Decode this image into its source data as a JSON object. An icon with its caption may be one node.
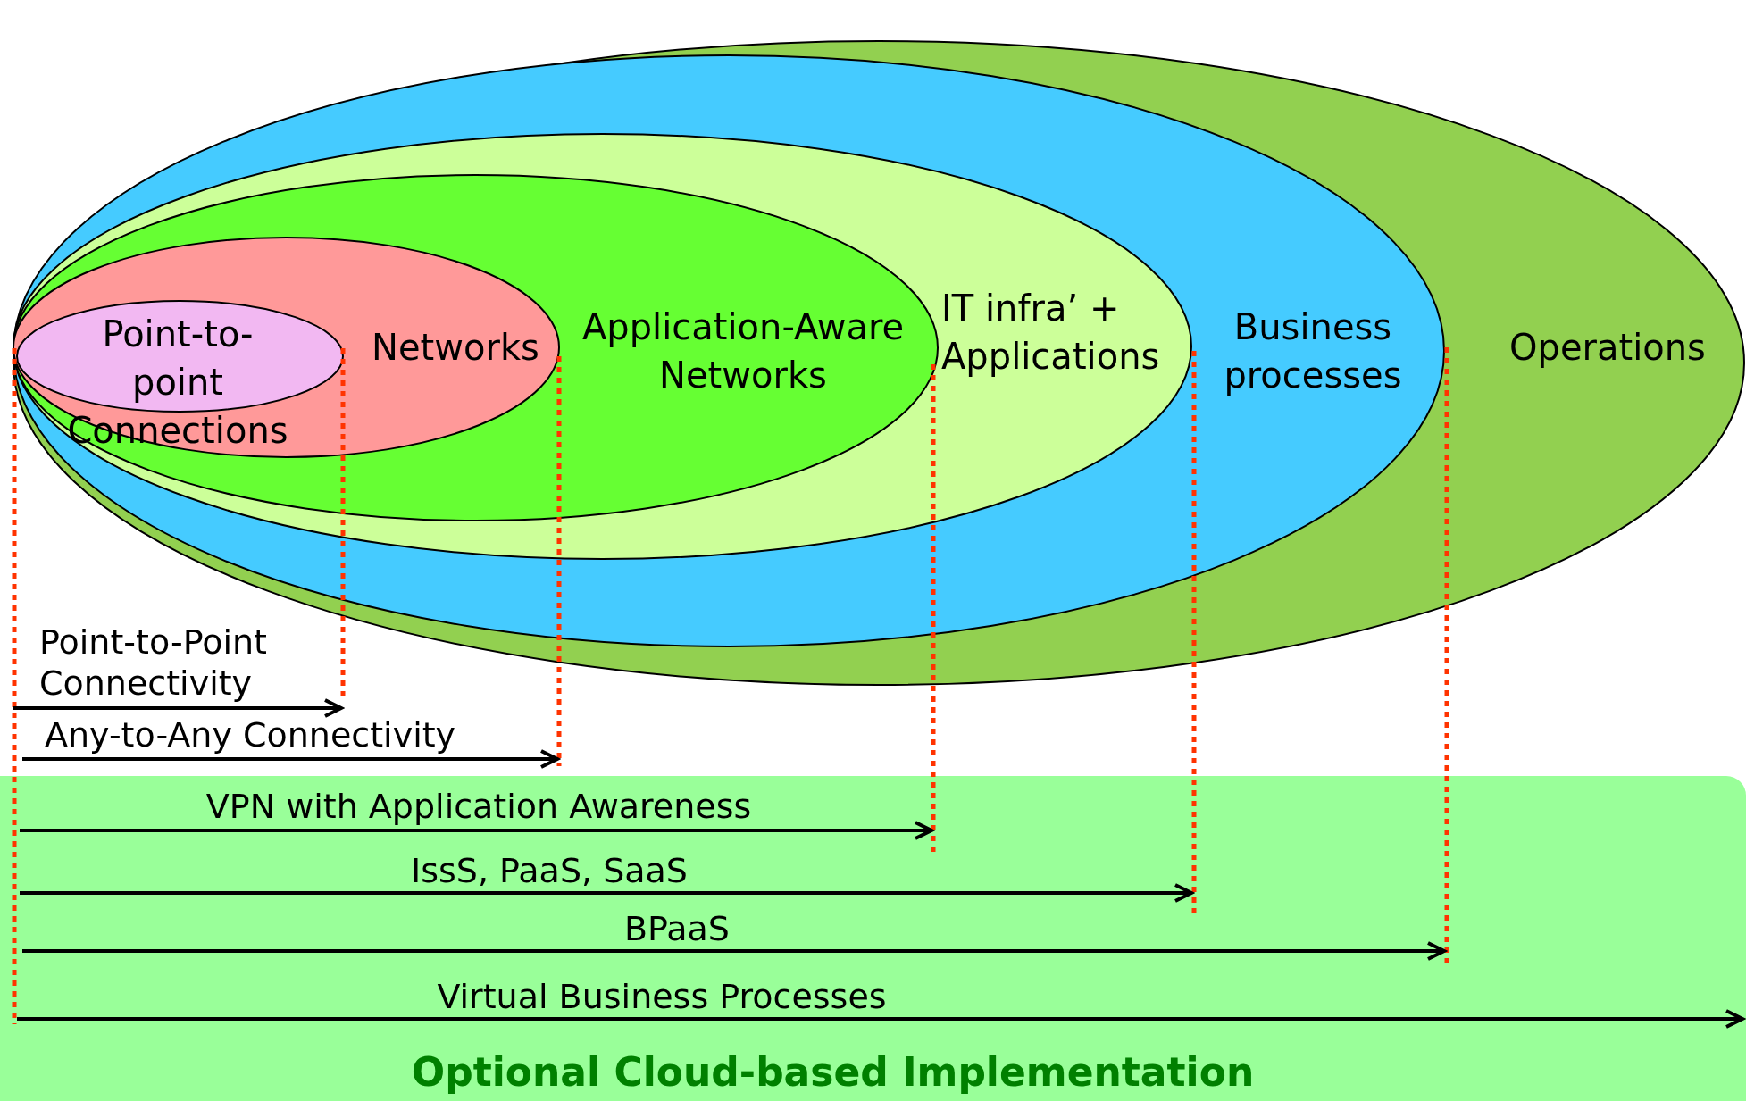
{
  "diagram": {
    "nodes": [
      {
        "text": [
          "Operations"
        ]
      },
      {
        "text": [
          "Business processes"
        ],
        "in": 0
      },
      {
        "text": [
          "IT infra’ + Applications"
        ],
        "in": 1
      },
      {
        "text": [
          "Application-Aware Networks"
        ],
        "in": 2
      },
      {
        "text": [
          "Networks"
        ],
        "in": 3
      },
      {
        "text": [
          "Point-to-point Connections"
        ],
        "in": 4
      },
      {
        "text": [
          "Optional Cloud-based Implementation"
        ]
      }
    ],
    "labels": [
      "Point-to-Point Connectivity",
      "Any-to-Any Connectivity",
      "VPN with Application Awareness",
      "IssS, PaaS, SaaS",
      "BPaaS",
      "Virtual Business Processes"
    ]
  }
}
